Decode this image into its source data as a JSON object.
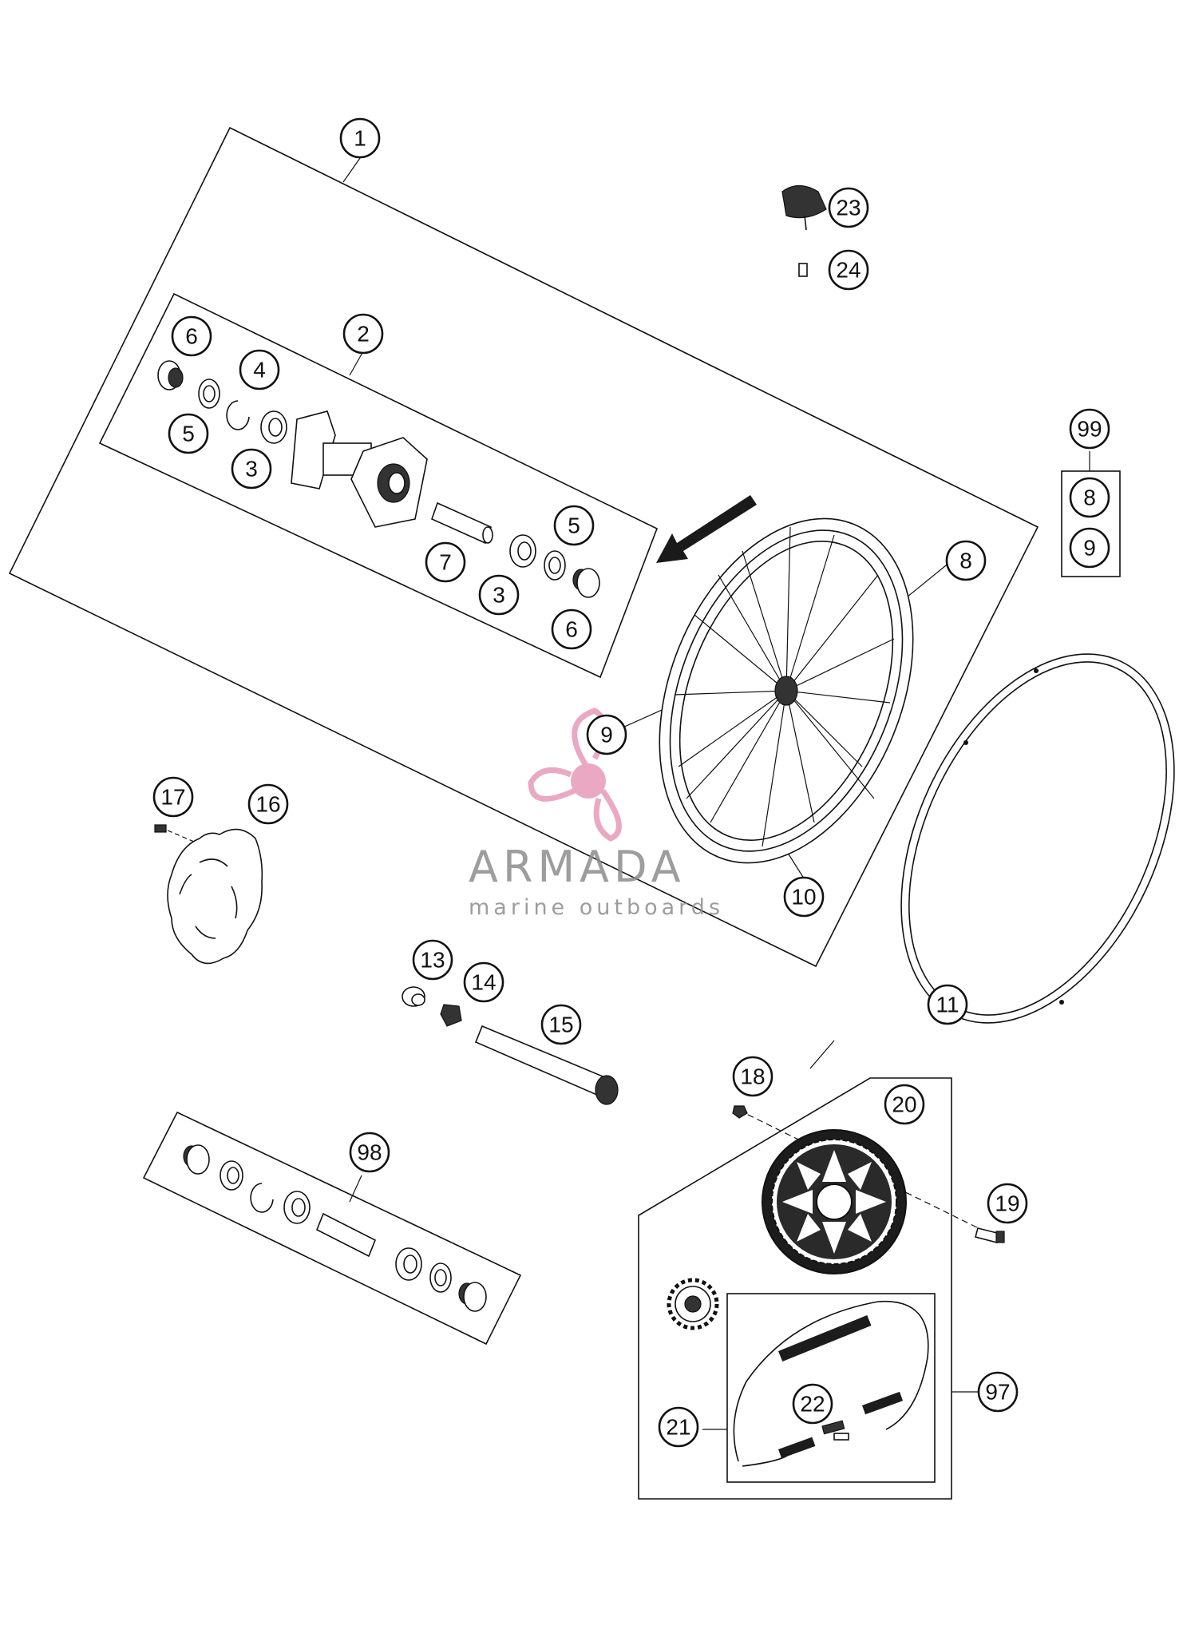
{
  "callouts": [
    {
      "id": "c1",
      "label": "1"
    },
    {
      "id": "c2",
      "label": "2"
    },
    {
      "id": "c3a",
      "label": "3"
    },
    {
      "id": "c3b",
      "label": "3"
    },
    {
      "id": "c4",
      "label": "4"
    },
    {
      "id": "c5a",
      "label": "5"
    },
    {
      "id": "c5b",
      "label": "5"
    },
    {
      "id": "c6a",
      "label": "6"
    },
    {
      "id": "c6b",
      "label": "6"
    },
    {
      "id": "c7",
      "label": "7"
    },
    {
      "id": "c8",
      "label": "8"
    },
    {
      "id": "c9",
      "label": "9"
    },
    {
      "id": "c10",
      "label": "10"
    },
    {
      "id": "c11",
      "label": "11"
    },
    {
      "id": "c13",
      "label": "13"
    },
    {
      "id": "c14",
      "label": "14"
    },
    {
      "id": "c15",
      "label": "15"
    },
    {
      "id": "c16",
      "label": "16"
    },
    {
      "id": "c17",
      "label": "17"
    },
    {
      "id": "c18",
      "label": "18"
    },
    {
      "id": "c19",
      "label": "19"
    },
    {
      "id": "c20",
      "label": "20"
    },
    {
      "id": "c21",
      "label": "21"
    },
    {
      "id": "c22",
      "label": "22"
    },
    {
      "id": "c23",
      "label": "23"
    },
    {
      "id": "c24",
      "label": "24"
    },
    {
      "id": "c97",
      "label": "97"
    },
    {
      "id": "c98",
      "label": "98"
    },
    {
      "id": "c99",
      "label": "99"
    },
    {
      "id": "c99_8",
      "label": "8"
    },
    {
      "id": "c99_9",
      "label": "9"
    }
  ],
  "watermark": {
    "brand": "ARMADA",
    "tagline": "marine outboards",
    "logo_icon": "propeller-logo-icon",
    "brand_color": "#e79ab9",
    "text_color": "#8c8c8c"
  }
}
